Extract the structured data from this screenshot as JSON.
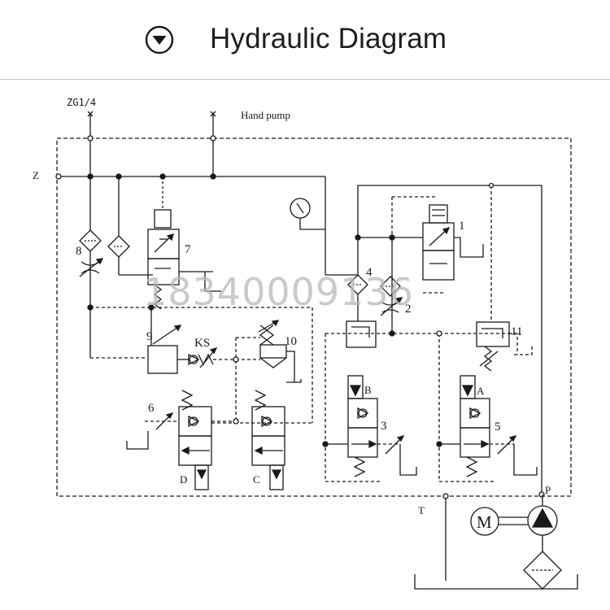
{
  "header": {
    "title": "Hydraulic Diagram",
    "icon": "chevron-down-circle-icon"
  },
  "diagram": {
    "labels": {
      "zg": "ZG1/4",
      "hand_pump": "Hand pump",
      "z": "Z",
      "t": "T",
      "p": "P",
      "motor": "M",
      "ks": "KS",
      "b": "B",
      "a": "A",
      "d": "D",
      "c": "C",
      "n1": "1",
      "n2": "2",
      "n3": "3",
      "n4": "4",
      "n5": "5",
      "n6": "6",
      "n7": "7",
      "n8": "8",
      "n9": "9",
      "n10": "10",
      "n11": "11"
    },
    "watermark": "18340009136"
  },
  "colors": {
    "line": "#1a1a1a",
    "rule": "#c4c4c4",
    "watermark": "#b8b8b8"
  }
}
